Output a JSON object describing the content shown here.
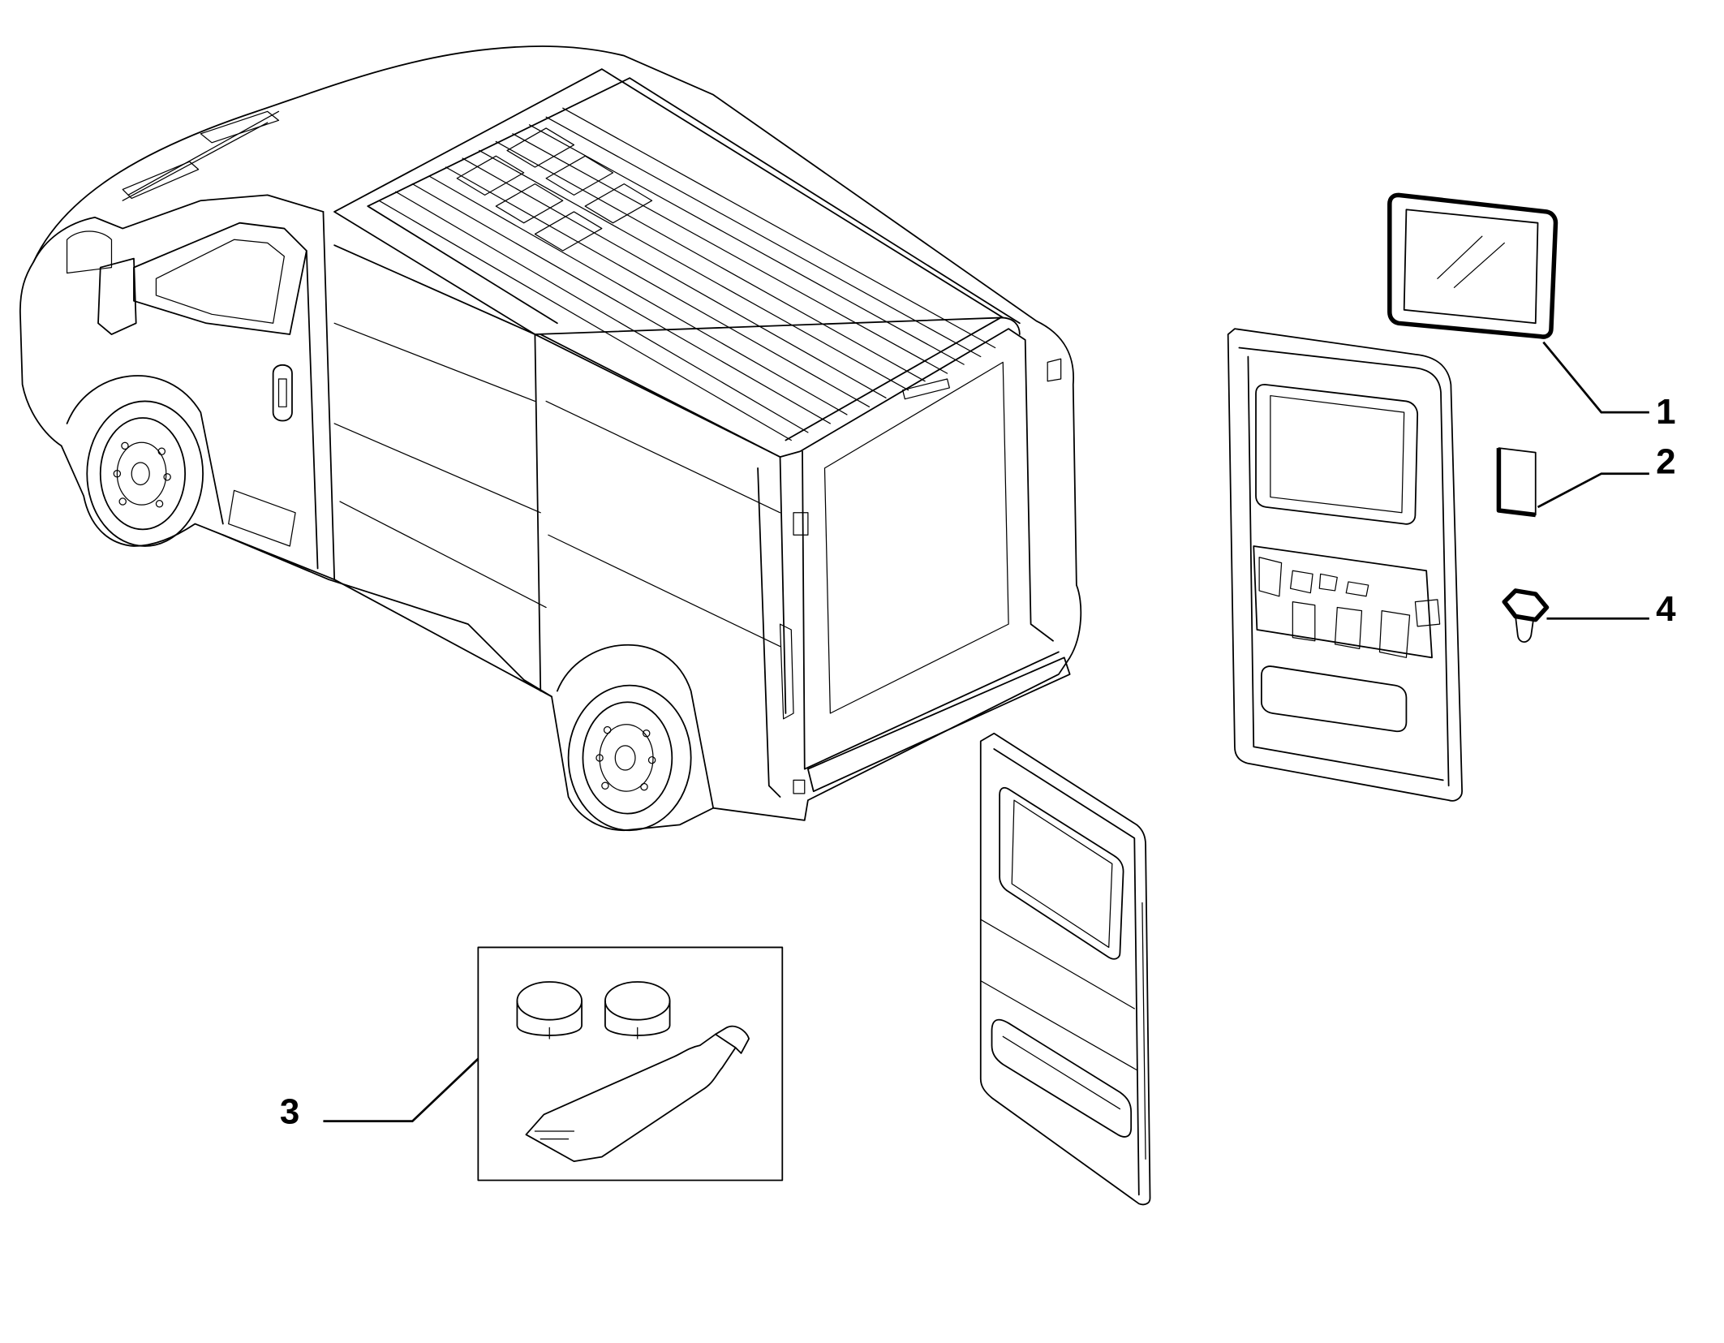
{
  "diagram": {
    "callouts": [
      {
        "id": "1",
        "label": "1"
      },
      {
        "id": "2",
        "label": "2"
      },
      {
        "id": "3",
        "label": "3"
      },
      {
        "id": "4",
        "label": "4"
      }
    ],
    "parts": [
      {
        "name": "van-body"
      },
      {
        "name": "rear-door-window-glass",
        "callout": "1"
      },
      {
        "name": "adhesive-pad",
        "callout": "2"
      },
      {
        "name": "clip",
        "callout": "4"
      },
      {
        "name": "bonding-kit",
        "callout": "3"
      },
      {
        "name": "rear-door-panel"
      },
      {
        "name": "side-door-panel"
      }
    ]
  }
}
